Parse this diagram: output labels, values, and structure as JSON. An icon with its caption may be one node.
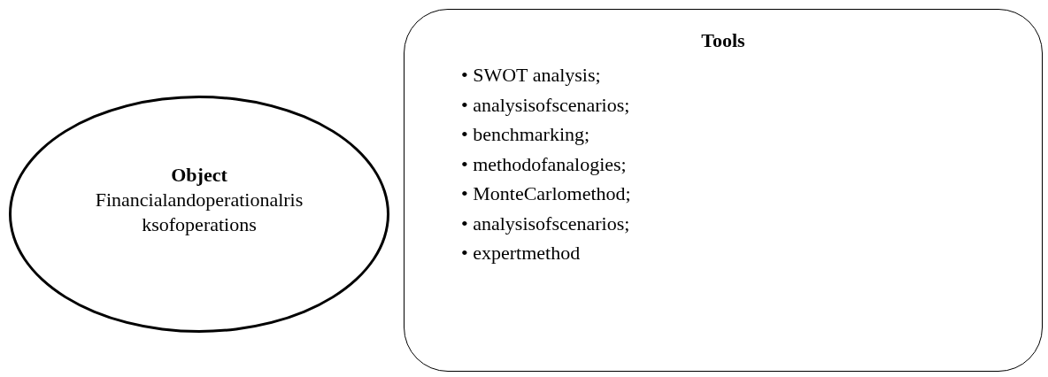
{
  "diagram": {
    "nodes": [
      {
        "text": [
          "Object",
          "Financialandoperationalris ksofoperations"
        ]
      },
      {
        "text": [
          "Tools",
          "• SWOT analysis;",
          "• analysisofscenarios;",
          "• benchmarking;",
          "• methodofanalogies;",
          "• MonteCarlomethod;",
          "• analysisofscenarios;",
          "• expertmethod"
        ]
      }
    ]
  }
}
